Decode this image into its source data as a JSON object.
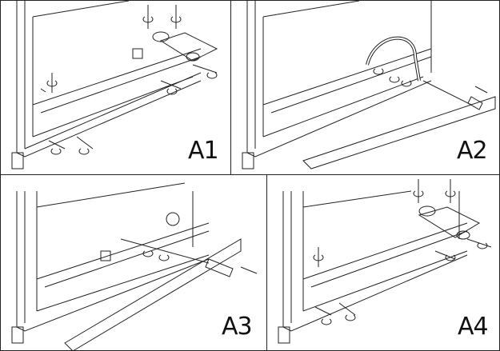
{
  "panels": [
    {
      "label": "A1"
    },
    {
      "label": "A2"
    },
    {
      "label": "A3"
    },
    {
      "label": "A4"
    }
  ],
  "colors": {
    "line": "#222222",
    "background": "#ffffff"
  }
}
